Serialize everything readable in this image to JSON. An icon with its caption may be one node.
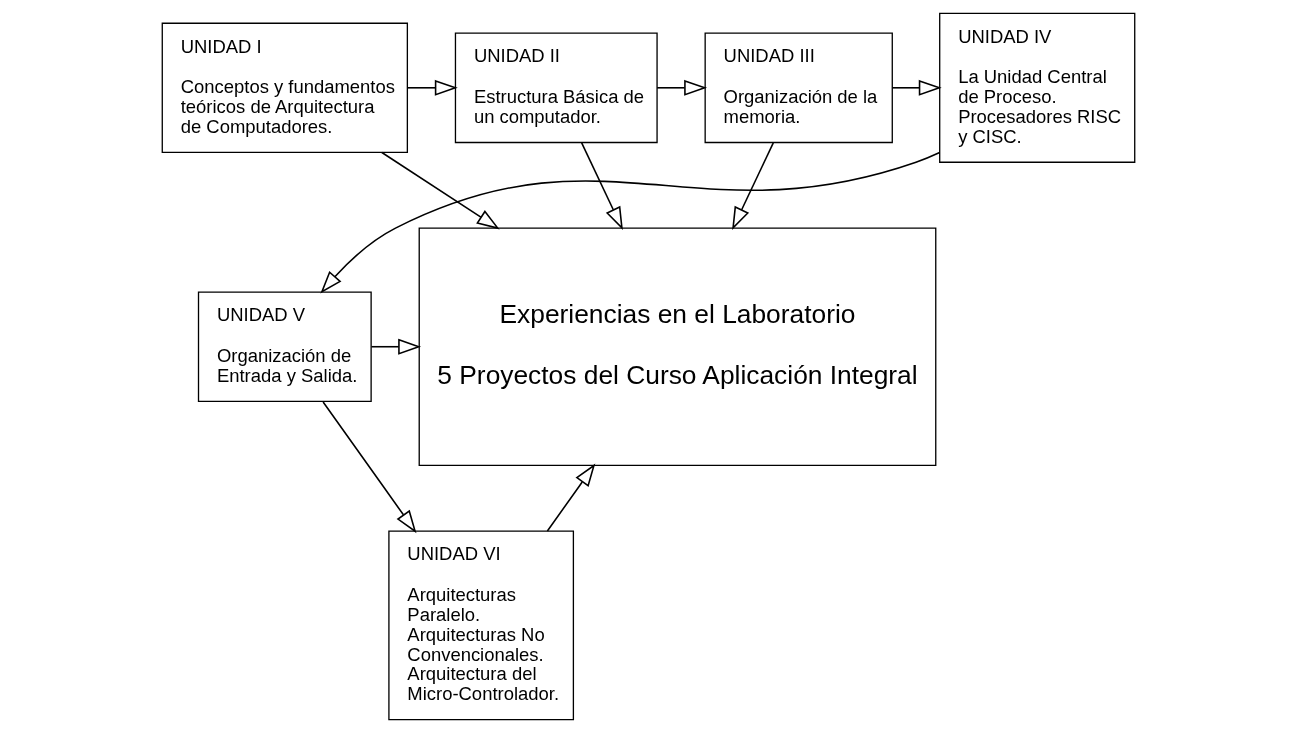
{
  "diagram": {
    "nodes": [
      {
        "text": [
          "UNIDAD I",
          "Conceptos y fundamentos teóricos de Arquitectura de Computadores."
        ]
      },
      {
        "text": [
          "UNIDAD II",
          "Estructura Básica de un computador."
        ]
      },
      {
        "text": [
          "UNIDAD III",
          "Organización de la memoria."
        ]
      },
      {
        "text": [
          "UNIDAD IV",
          "La Unidad Central de Proceso. Procesadores RISC y CISC."
        ]
      },
      {
        "text": [
          "UNIDAD V",
          "Organización de Entrada y Salida."
        ]
      },
      {
        "text": [
          "UNIDAD VI",
          "Arquitecturas Paralelo. Arquitecturas No Convencionales. Arquitectura del Micro-Controlador."
        ]
      },
      {
        "text": [
          "Experiencias en el Laboratorio",
          "5 Proyectos del Curso Aplicación Integral"
        ]
      }
    ],
    "edges": [
      {
        "from": 0,
        "to": 1,
        "arrow": "to"
      },
      {
        "from": 1,
        "to": 2,
        "arrow": "to"
      },
      {
        "from": 2,
        "to": 3,
        "arrow": "to"
      },
      {
        "from": 3,
        "to": 4,
        "arrow": "to"
      },
      {
        "from": 4,
        "to": 5,
        "arrow": "to"
      },
      {
        "from": 0,
        "to": 6,
        "arrow": "to"
      },
      {
        "from": 1,
        "to": 6,
        "arrow": "to"
      },
      {
        "from": 2,
        "to": 6,
        "arrow": "to"
      },
      {
        "from": 4,
        "to": 6,
        "arrow": "to"
      },
      {
        "from": 5,
        "to": 6,
        "arrow": "to"
      }
    ]
  }
}
